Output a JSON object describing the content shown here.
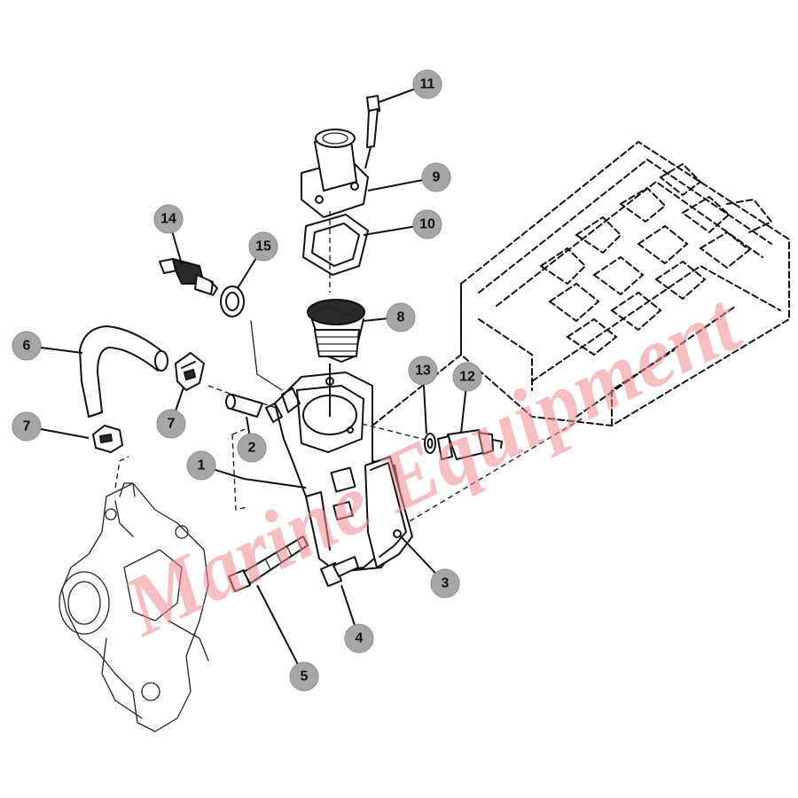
{
  "watermark": "Marine Equipment",
  "callouts": [
    {
      "id": "1",
      "label": "1"
    },
    {
      "id": "2",
      "label": "2"
    },
    {
      "id": "3",
      "label": "3"
    },
    {
      "id": "4",
      "label": "4"
    },
    {
      "id": "5",
      "label": "5"
    },
    {
      "id": "6",
      "label": "6"
    },
    {
      "id": "7a",
      "label": "7"
    },
    {
      "id": "7b",
      "label": "7"
    },
    {
      "id": "8",
      "label": "8"
    },
    {
      "id": "9",
      "label": "9"
    },
    {
      "id": "10",
      "label": "10"
    },
    {
      "id": "11",
      "label": "11"
    },
    {
      "id": "12",
      "label": "12"
    },
    {
      "id": "13",
      "label": "13"
    },
    {
      "id": "14",
      "label": "14"
    },
    {
      "id": "15",
      "label": "15"
    }
  ],
  "colors": {
    "callout_fill": "#a6a6a6",
    "line_art": "#111111",
    "watermark": "#f08a8a"
  }
}
